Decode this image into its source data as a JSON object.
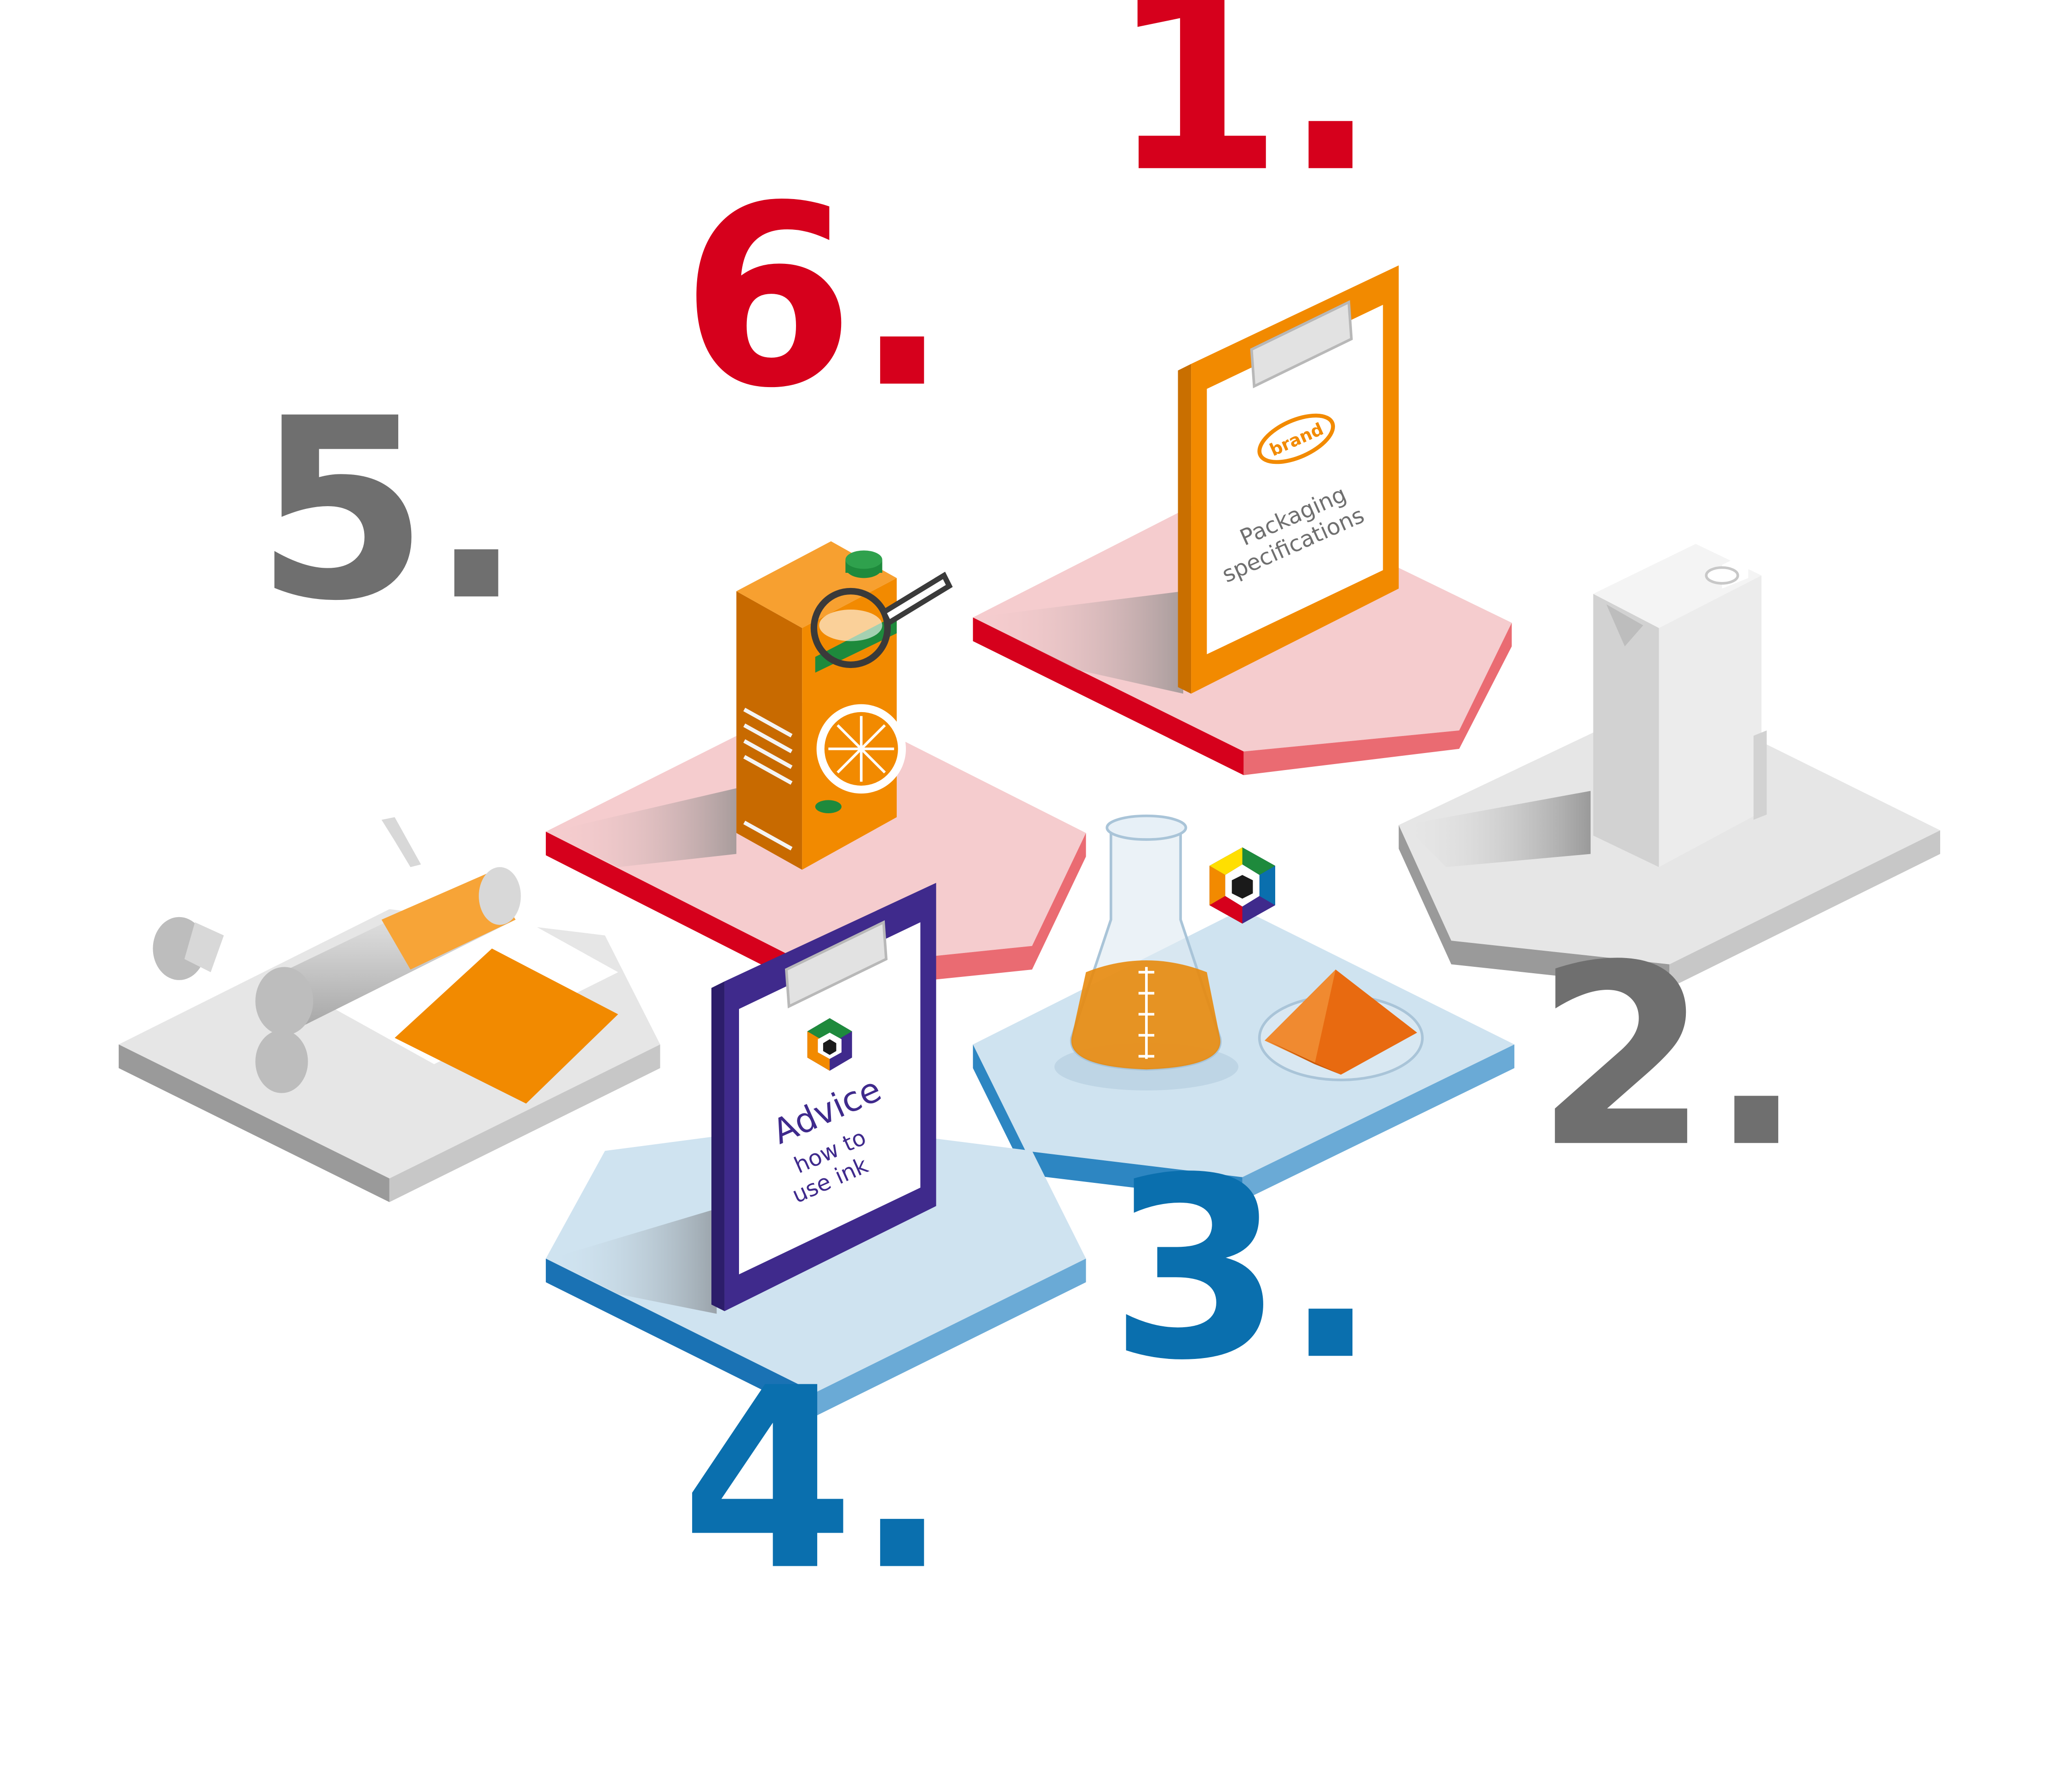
{
  "colors": {
    "red": "#d6001c",
    "grey": "#6f6f6f",
    "blue": "#0a6fae",
    "orange": "#f28a00",
    "purple": "#3f2a8c",
    "pink_platform": "#f5ccce",
    "blue_platform": "#cfe3f0",
    "grey_platform": "#e6e6e6"
  },
  "steps": [
    {
      "number": "1.",
      "color": "red",
      "object": "clipboard-packaging-specifications"
    },
    {
      "number": "2.",
      "color": "grey",
      "object": "filling-machine"
    },
    {
      "number": "3.",
      "color": "blue",
      "object": "lab-flask-and-pigment-dish"
    },
    {
      "number": "4.",
      "color": "blue",
      "object": "clipboard-advice"
    },
    {
      "number": "5.",
      "color": "grey",
      "object": "printing-press-rollers"
    },
    {
      "number": "6.",
      "color": "red",
      "object": "juice-carton-inspection"
    }
  ],
  "clipboard_specs": {
    "brand": "brand",
    "line1": "Packaging",
    "line2": "specifications"
  },
  "clipboard_advice": {
    "title": "Advice",
    "line1": "how to",
    "line2": "use ink"
  }
}
